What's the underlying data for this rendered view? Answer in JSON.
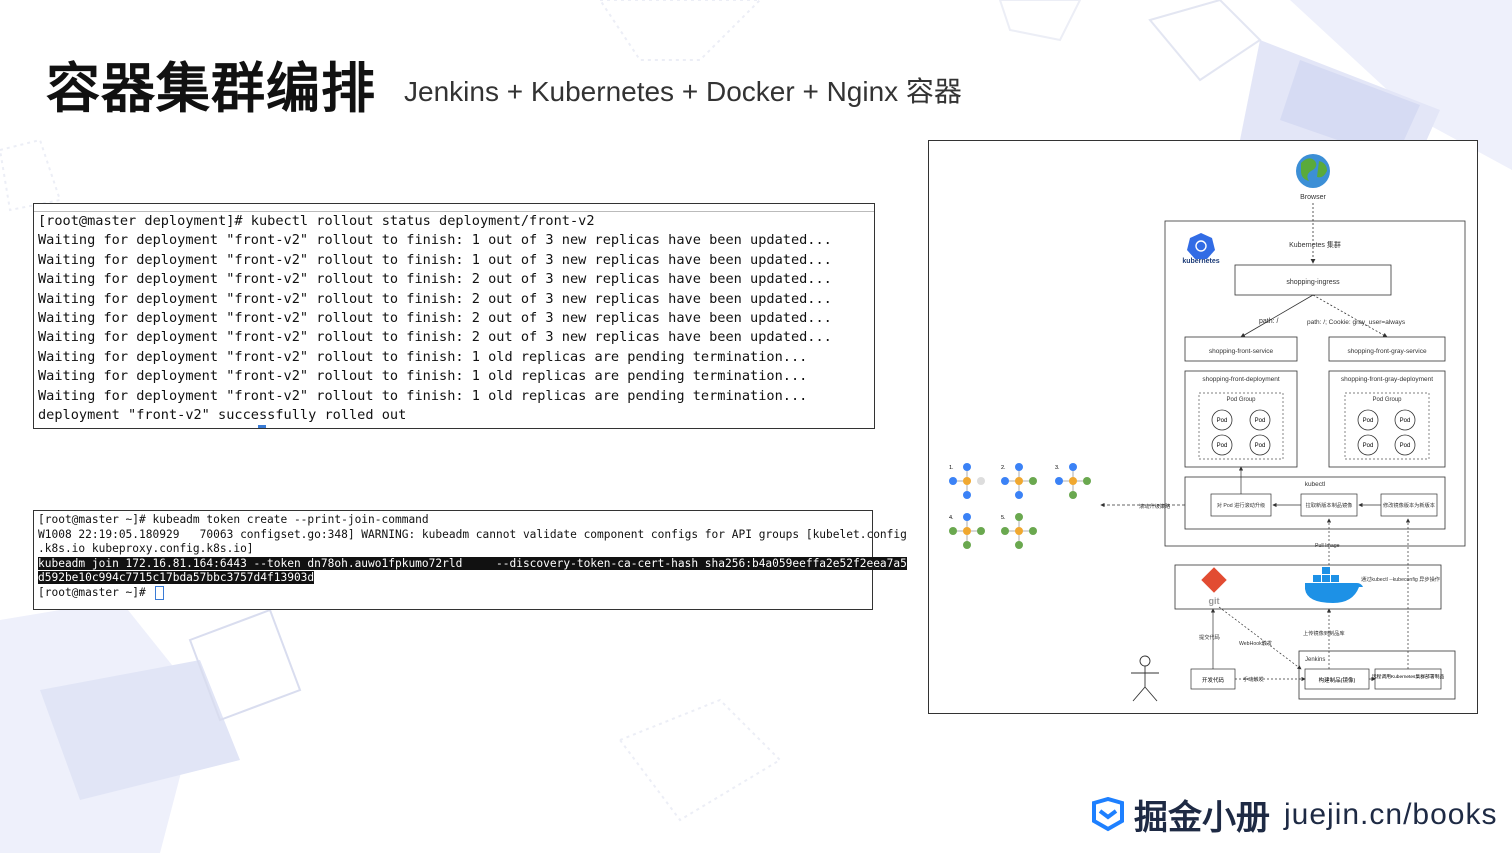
{
  "slide": {
    "title": "容器集群编排",
    "subtitle": "Jenkins + Kubernetes + Docker + Nginx 容器"
  },
  "terminal_rollout": {
    "lines": [
      "[root@master deployment]# kubectl rollout status deployment/front-v2",
      "Waiting for deployment \"front-v2\" rollout to finish: 1 out of 3 new replicas have been updated...",
      "Waiting for deployment \"front-v2\" rollout to finish: 1 out of 3 new replicas have been updated...",
      "Waiting for deployment \"front-v2\" rollout to finish: 2 out of 3 new replicas have been updated...",
      "Waiting for deployment \"front-v2\" rollout to finish: 2 out of 3 new replicas have been updated...",
      "Waiting for deployment \"front-v2\" rollout to finish: 2 out of 3 new replicas have been updated...",
      "Waiting for deployment \"front-v2\" rollout to finish: 2 out of 3 new replicas have been updated...",
      "Waiting for deployment \"front-v2\" rollout to finish: 1 old replicas are pending termination...",
      "Waiting for deployment \"front-v2\" rollout to finish: 1 old replicas are pending termination...",
      "Waiting for deployment \"front-v2\" rollout to finish: 1 old replicas are pending termination...",
      "deployment \"front-v2\" successfully rolled out"
    ]
  },
  "terminal_join": {
    "line1": "[root@master ~]# kubeadm token create --print-join-command",
    "line2": "W1008 22:19:05.180929   70063 configset.go:348] WARNING: kubeadm cannot validate component configs for API groups [kubelet.config",
    "line3": ".k8s.io kubeproxy.config.k8s.io]",
    "line4": "kubeadm join 172.16.81.164:6443 --token dn78oh.auwo1fpkumo72rld     --discovery-token-ca-cert-hash sha256:b4a059eeffa2e52f2eea7a5",
    "line5": "d592be10c994c7715c17bda57bbc3757d4f13903d",
    "line6": "[root@master ~]# "
  },
  "diagram": {
    "browser": "Browser",
    "cluster_title": "Kubernetes 集群",
    "k8s_logo_text": "kubernetes",
    "ingress": "shopping-ingress",
    "path_left": "path: /",
    "path_right": "path: /; Cookie: gray_user=always",
    "svc_left": "shopping-front-service",
    "svc_right": "shopping-front-gray-service",
    "dep_left": "shopping-front-deployment",
    "dep_right": "shopping-front-gray-deployment",
    "pod_group": "Pod Group",
    "pod": "Pod",
    "kubectl": "kubectl",
    "step1": "对 Pod 进行滚动升级",
    "step2": "拉取新版本制品镜像",
    "step3": "修改镜像版本为新版本",
    "rolling_label": "滚动升级策略",
    "pull_image": "Pull Image",
    "sync_label": "通过kubectl --kubeconfig 异步操作",
    "git": "git",
    "commit_code": "提交代码",
    "webhook": "WebHook触发",
    "upload": "上传镜像到制品库",
    "jenkins": "Jenkins",
    "dev_code": "开发代码",
    "manual": "手动触发",
    "build": "构建制品(镜像)",
    "deploy": "远程调用Kubernetes集群部署制品",
    "nums": [
      "1.",
      "2.",
      "3.",
      "4.",
      "5."
    ]
  },
  "brand": {
    "name": "掘金小册",
    "url": "juejin.cn/books",
    "icon": "juejin-logo-icon"
  },
  "colors": {
    "accent": "#1e80ff",
    "blue_node": "#3b82f6",
    "orange_node": "#f0a830",
    "green_node": "#6aa84f",
    "git": "#e24c32",
    "docker": "#1d91e6"
  }
}
